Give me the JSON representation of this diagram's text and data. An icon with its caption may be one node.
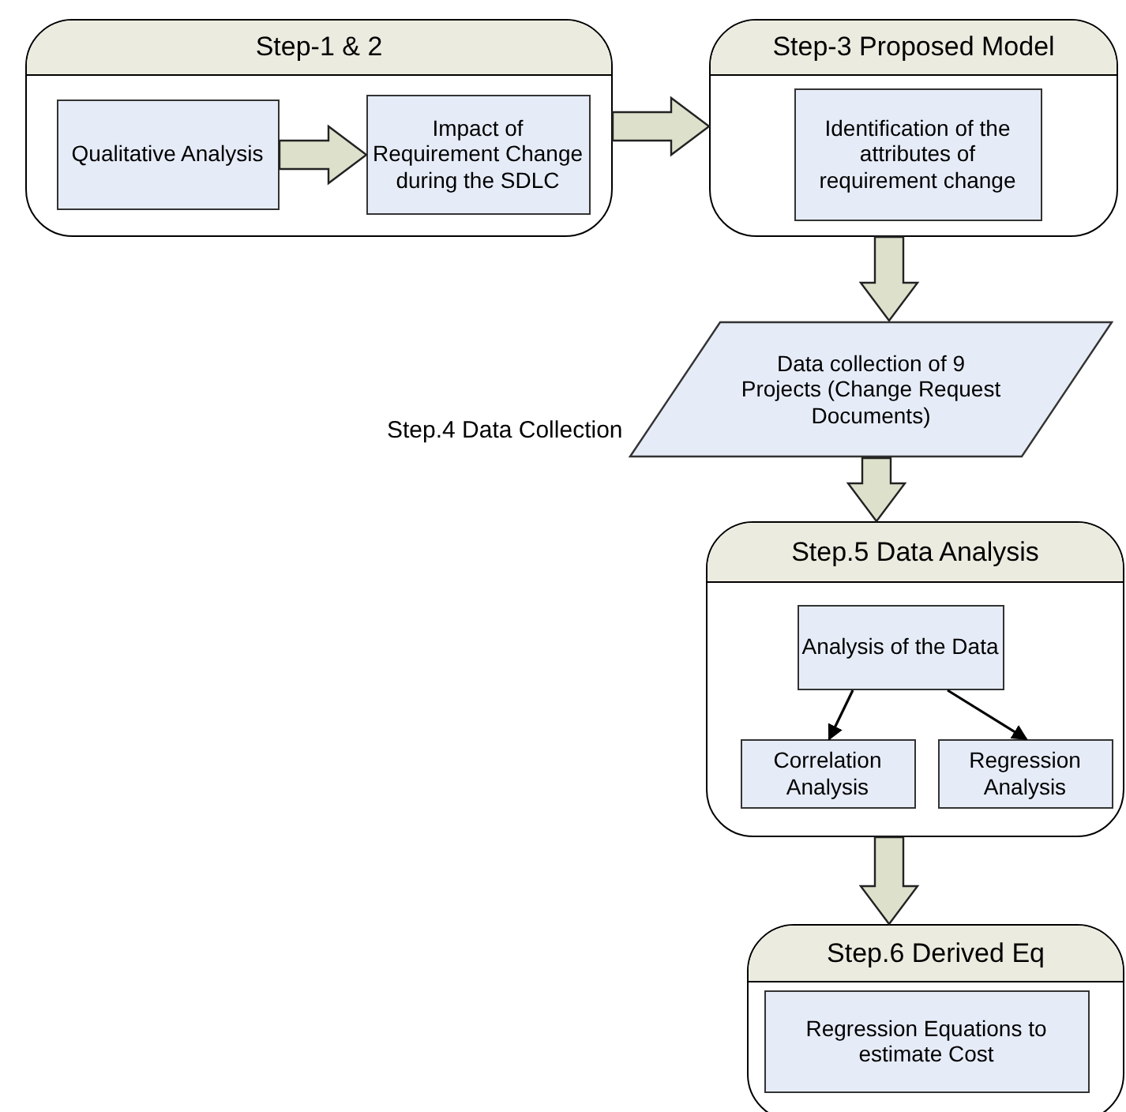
{
  "diagram": {
    "nodes": [
      {
        "text": [
          "Step-1 & 2"
        ]
      },
      {
        "text": [
          "Qualitative Analysis"
        ],
        "in": 0
      },
      {
        "text": [
          "Impact of Requirement Change during the SDLC"
        ],
        "in": 0
      },
      {
        "text": [
          "Step-3 Proposed Model"
        ]
      },
      {
        "text": [
          "Identification of the attributes of requirement change"
        ],
        "in": 3
      },
      {
        "text": [
          "Data collection of 9 Projects (Change Request Documents)"
        ],
        "beside": [
          "Step.4 Data Collection"
        ]
      },
      {
        "text": [
          "Step.5 Data Analysis"
        ]
      },
      {
        "text": [
          "Analysis of the Data"
        ],
        "in": 6
      },
      {
        "text": [
          "Correlation Analysis"
        ],
        "in": 6
      },
      {
        "text": [
          "Regression Analysis"
        ],
        "in": 6
      },
      {
        "text": [
          "Step.6 Derived Eq"
        ]
      },
      {
        "text": [
          "Regression Equations to estimate  Cost"
        ],
        "in": 10
      }
    ],
    "edges": [
      {
        "from": 1,
        "to": 2,
        "arrow": "to",
        "style": "thick"
      },
      {
        "from": 0,
        "to": 3,
        "arrow": "to",
        "style": "thick"
      },
      {
        "from": 3,
        "to": 5,
        "arrow": "to",
        "style": "thick"
      },
      {
        "from": 5,
        "to": 6,
        "arrow": "to",
        "style": "thick"
      },
      {
        "from": 7,
        "to": 8,
        "arrow": "to"
      },
      {
        "from": 7,
        "to": 9,
        "arrow": "to"
      },
      {
        "from": 6,
        "to": 10,
        "arrow": "to",
        "style": "thick"
      }
    ]
  }
}
